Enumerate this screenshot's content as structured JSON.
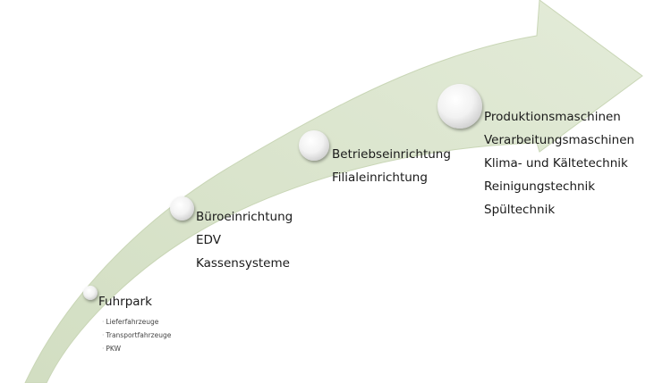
{
  "colors": {
    "arrow": "#d7e2c8",
    "arrow_edge": "#c5d3b2"
  },
  "stages": [
    {
      "title": "Fuhrpark",
      "items": [
        "Lieferfahrzeuge",
        "Transportfahrzeuge",
        "PKW"
      ]
    },
    {
      "items": [
        "Büroeinrichtung",
        "EDV",
        "Kassensysteme"
      ]
    },
    {
      "items": [
        "Betriebseinrichtung",
        "Filialeinrichtung"
      ]
    },
    {
      "items": [
        "Produktionsmaschinen",
        "Verarbeitungsmaschinen",
        "Klima- und Kältetechnik",
        "Reinigungstechnik",
        "Spültechnik"
      ]
    }
  ]
}
